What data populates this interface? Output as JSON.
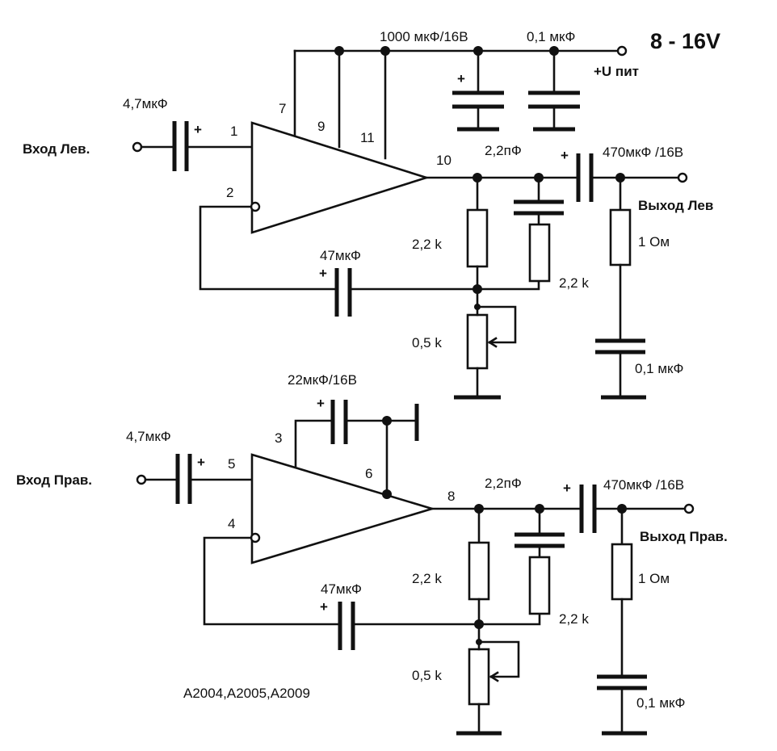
{
  "supply": {
    "voltage": "8 - 16V",
    "rail": "+U пит",
    "c_bulk": "1000 мкФ/16В",
    "c_bypass": "0,1 мкФ"
  },
  "left": {
    "input_label": "Вход Лев.",
    "output_label": "Выход Лев",
    "c_in": "4,7мкФ",
    "c_fb": "47мкФ",
    "c_comp": "2,2пФ",
    "c_out": "470мкФ /16В",
    "r_fb": "2,2 k",
    "r_comp": "2,2 k",
    "pot": "0,5 k",
    "r_load": "1 Ом",
    "c_load": "0,1 мкФ",
    "pins": {
      "in": "1",
      "fb": "2",
      "p7": "7",
      "p9": "9",
      "p11": "11",
      "out": "10"
    }
  },
  "right": {
    "input_label": "Вход Прав.",
    "output_label": "Выход Прав.",
    "c_in": "4,7мкФ",
    "c_boot": "22мкФ/16В",
    "c_fb": "47мкФ",
    "c_comp": "2,2пФ",
    "c_out": "470мкФ /16В",
    "r_fb": "2,2 k",
    "r_comp": "2,2 k",
    "pot": "0,5 k",
    "r_load": "1 Ом",
    "c_load": "0,1 мкФ",
    "pins": {
      "in": "5",
      "fb": "4",
      "p3": "3",
      "p6": "6",
      "out": "8"
    }
  },
  "chip_models": "A2004,A2005,A2009",
  "polarity_mark": "+"
}
